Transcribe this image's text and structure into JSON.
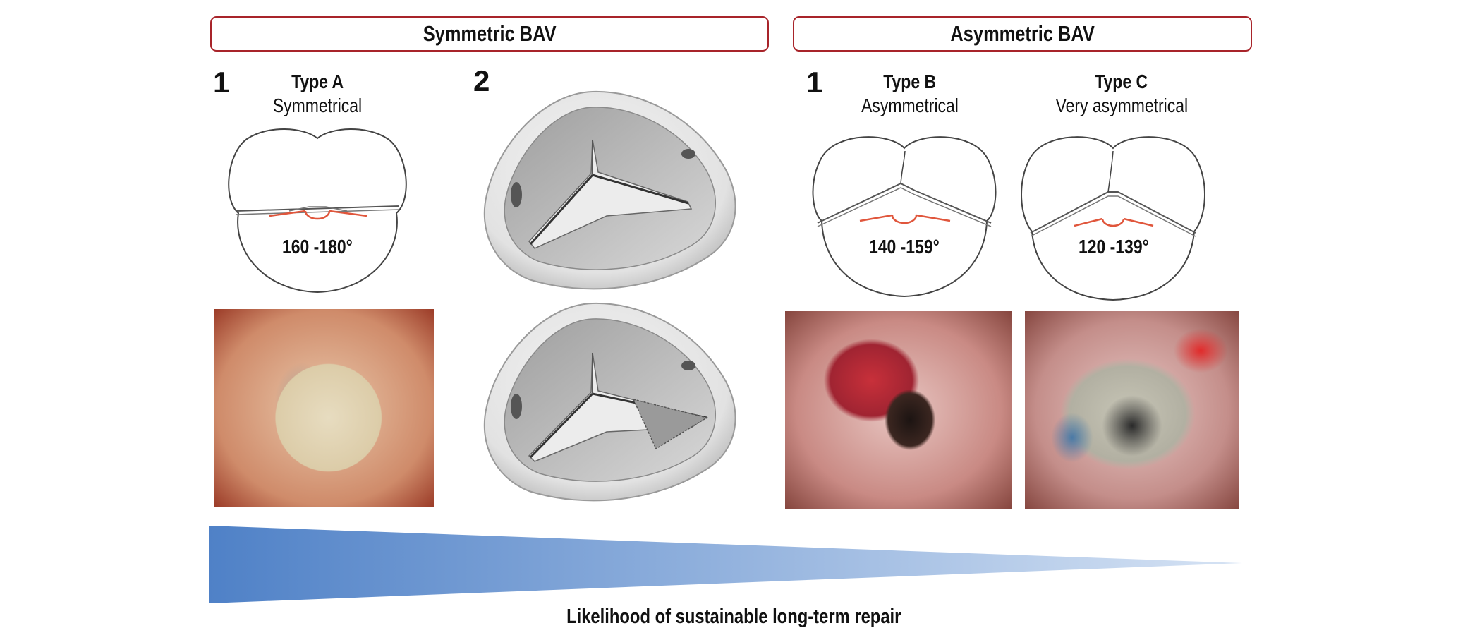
{
  "headers": {
    "symmetric": "Symmetric BAV",
    "asymmetric": "Asymmetric BAV"
  },
  "panels": {
    "type_a": {
      "number": "1",
      "title": "Type A",
      "subtitle": "Symmetrical",
      "angle": "160 -180°"
    },
    "repair": {
      "number": "2"
    },
    "type_b": {
      "number": "1",
      "title": "Type B",
      "subtitle": "Asymmetrical",
      "angle": "140 -159°"
    },
    "type_c": {
      "title": "Type C",
      "subtitle": "Very asymmetrical",
      "angle": "120 -139°"
    }
  },
  "gradient": {
    "caption": "Likelihood of sustainable long-term repair",
    "color_start": "#4f81c7",
    "color_end": "#d6e3f4"
  },
  "colors": {
    "header_border": "#a8242a",
    "raphe_red": "#e0563c",
    "outline": "#444444"
  },
  "icons": [
    "valve-repair-illustration",
    "surgical-photo"
  ]
}
